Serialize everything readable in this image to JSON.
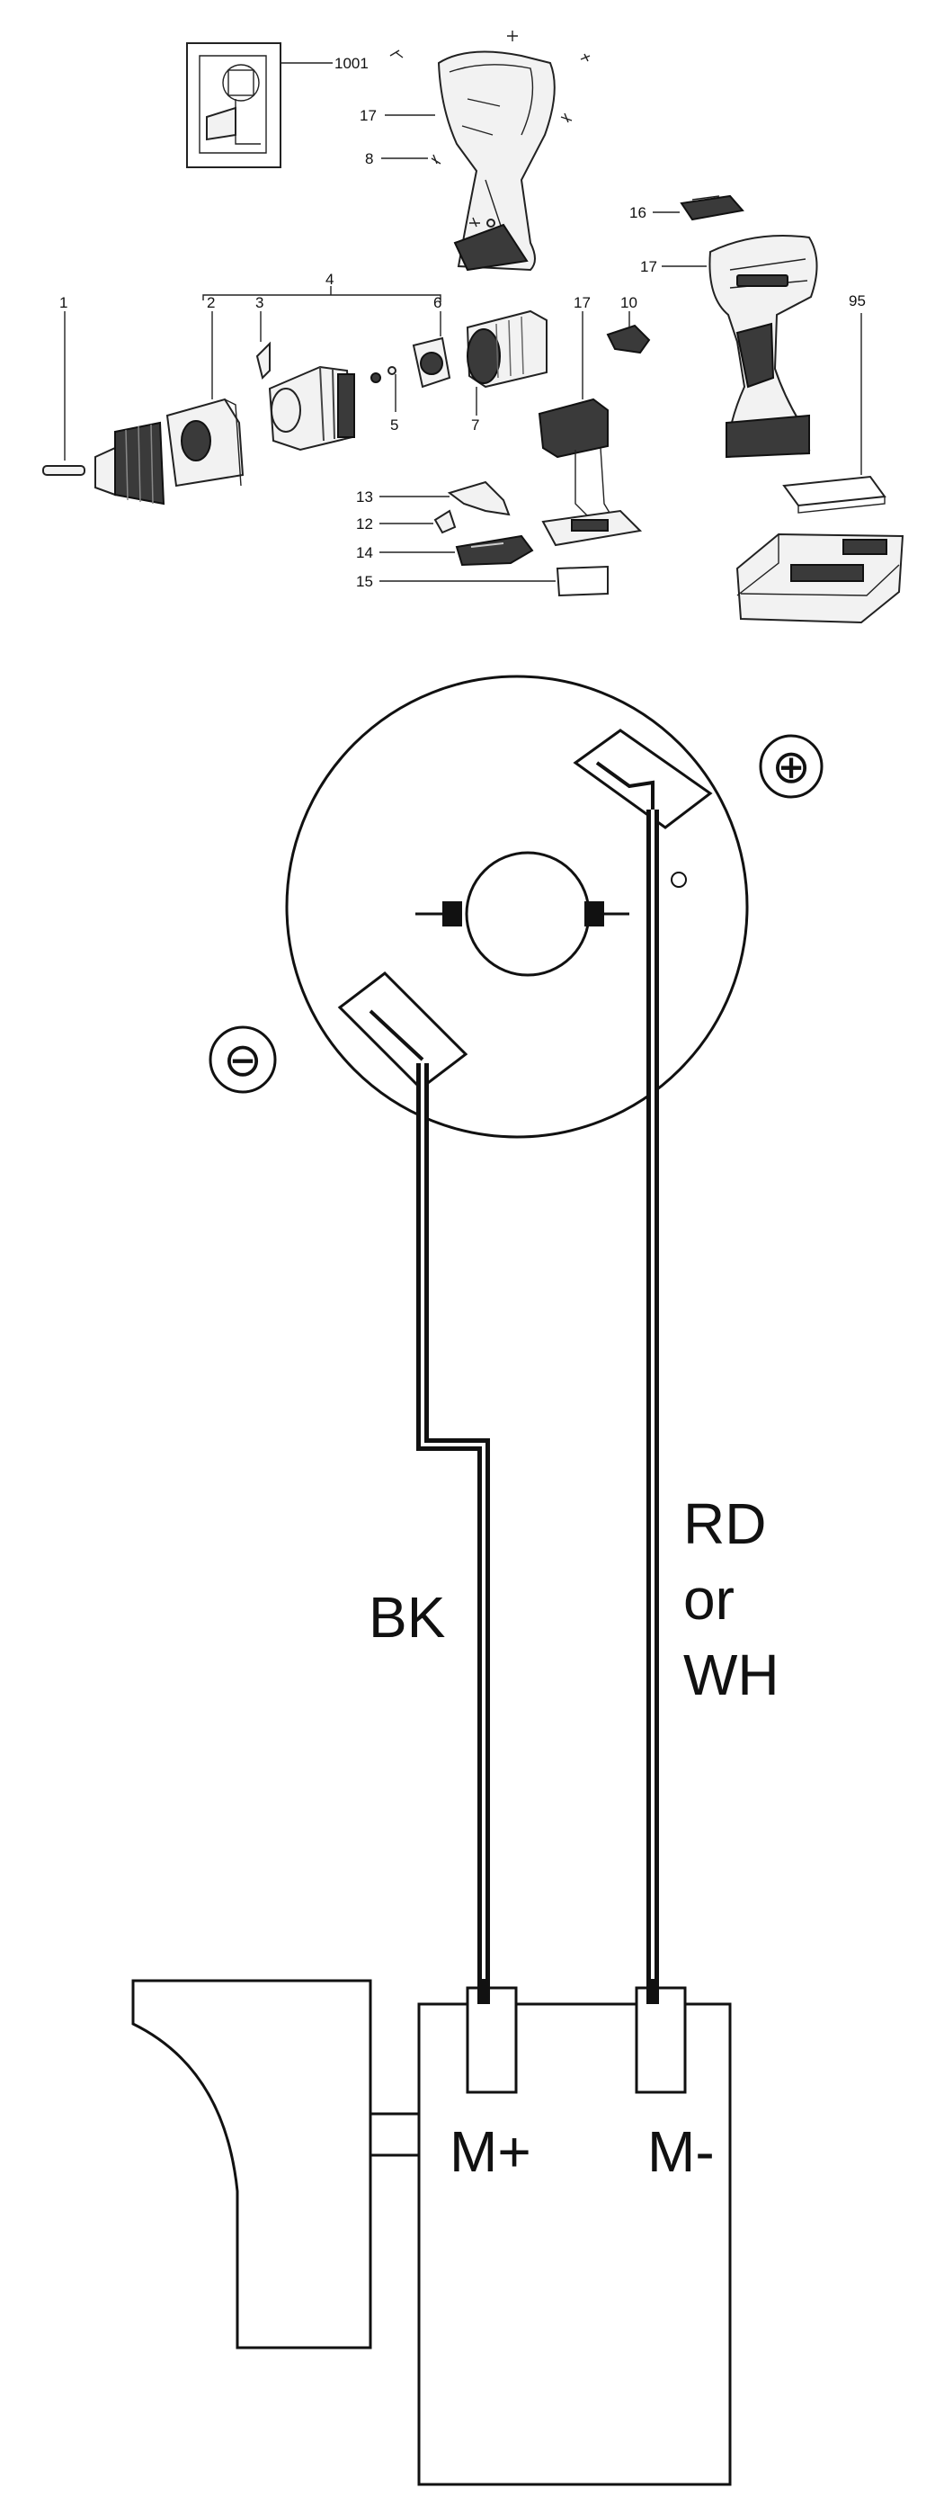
{
  "exploded_view": {
    "callouts": {
      "p1": "1",
      "p2": "2",
      "p3": "3",
      "p4": "4",
      "p5": "5",
      "p6": "6",
      "p7": "7",
      "p8": "8",
      "p10": "10",
      "p12": "12",
      "p13": "13",
      "p14": "14",
      "p15": "15",
      "p16": "16",
      "p17a": "17",
      "p17b": "17",
      "p17c": "17",
      "p95": "95",
      "p1001": "1001"
    }
  },
  "wiring": {
    "motor_terminal_positive": "⊕",
    "motor_terminal_negative": "⊖",
    "wire_black_label": "BK",
    "wire_red_label_line1": "RD",
    "wire_red_label_line2": "or",
    "wire_red_label_line3": "WH",
    "switch_terminal_left": "M+",
    "switch_terminal_right": "M-"
  }
}
